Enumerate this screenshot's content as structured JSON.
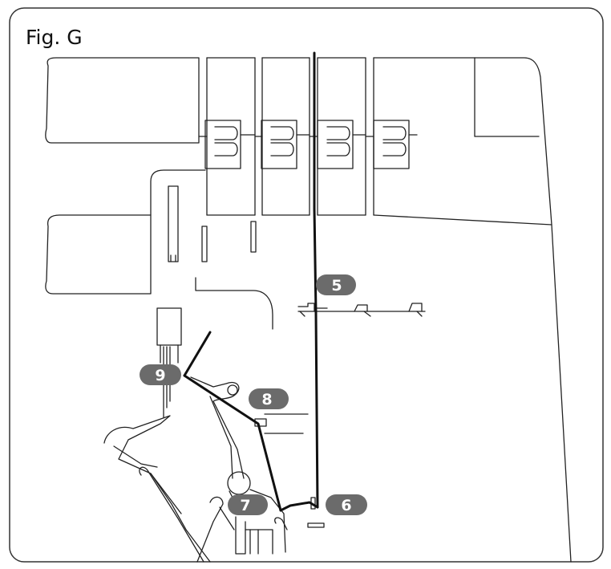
{
  "figure": {
    "title": "Fig. G",
    "callouts": [
      {
        "id": "5",
        "label": "5"
      },
      {
        "id": "6",
        "label": "6"
      },
      {
        "id": "7",
        "label": "7"
      },
      {
        "id": "8",
        "label": "8"
      },
      {
        "id": "9",
        "label": "9"
      }
    ],
    "colors": {
      "line": "#222222",
      "thread": "#111111",
      "badge": "#6b6b6b",
      "badge_text": "#ffffff",
      "background": "#ffffff"
    }
  }
}
